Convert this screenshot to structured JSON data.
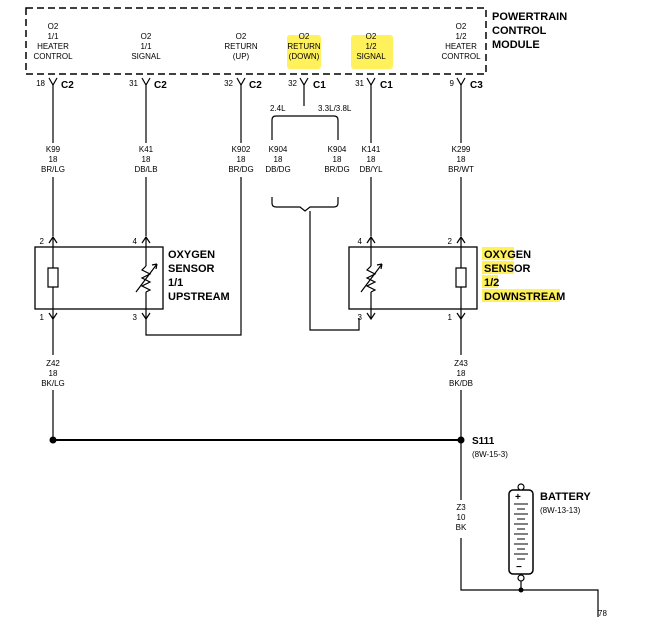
{
  "pcm": {
    "title_lines": [
      "POWERTRAIN",
      "CONTROL",
      "MODULE"
    ],
    "pins": [
      {
        "lines": [
          "O2",
          "1/1",
          "HEATER",
          "CONTROL"
        ],
        "pin": "18",
        "conn": "C2",
        "highlight": false
      },
      {
        "lines": [
          "O2",
          "1/1",
          "SIGNAL"
        ],
        "pin": "31",
        "conn": "C2",
        "highlight": false
      },
      {
        "lines": [
          "O2",
          "RETURN",
          "(UP)"
        ],
        "pin": "32",
        "conn": "C2",
        "highlight": false
      },
      {
        "lines": [
          "O2",
          "RETURN",
          "(DOWN)"
        ],
        "pin": "32",
        "conn": "C1",
        "highlight": true
      },
      {
        "lines": [
          "O2",
          "1/2",
          "SIGNAL"
        ],
        "pin": "31",
        "conn": "C1",
        "highlight": true
      },
      {
        "lines": [
          "O2",
          "1/2",
          "HEATER",
          "CONTROL"
        ],
        "pin": "9",
        "conn": "C3",
        "highlight": false
      }
    ]
  },
  "engine_labels": {
    "left": "2.4L",
    "right": "3.3L/3.8L"
  },
  "wires": [
    {
      "circuit": "K99",
      "gauge": "18",
      "color": "BR/LG"
    },
    {
      "circuit": "K41",
      "gauge": "18",
      "color": "DB/LB"
    },
    {
      "circuit": "K902",
      "gauge": "18",
      "color": "BR/DG"
    },
    {
      "circuit": "K904",
      "gauge": "18",
      "color": "DB/DG"
    },
    {
      "circuit": "K904",
      "gauge": "18",
      "color": "BR/DG"
    },
    {
      "circuit": "K141",
      "gauge": "18",
      "color": "DB/YL"
    },
    {
      "circuit": "K299",
      "gauge": "18",
      "color": "BR/WT"
    }
  ],
  "sensor_left": {
    "label_lines": [
      "OXYGEN",
      "SENSOR",
      "1/1",
      "UPSTREAM"
    ],
    "pins": {
      "heater_top": "2",
      "heater_bottom": "1",
      "signal_top": "4",
      "signal_bottom": "3"
    },
    "highlight": false
  },
  "sensor_right": {
    "label_lines": [
      "OXYGEN",
      "SENSOR",
      "1/2",
      "DOWNSTREAM"
    ],
    "pins": {
      "signal_top": "4",
      "signal_bottom": "3",
      "heater_top": "2",
      "heater_bottom": "1"
    },
    "highlight": true
  },
  "ground_wires": [
    {
      "circuit": "Z42",
      "gauge": "18",
      "color": "BK/LG"
    },
    {
      "circuit": "Z43",
      "gauge": "18",
      "color": "BK/DB"
    }
  ],
  "splice": {
    "id": "S111",
    "ref": "(8W-15-3)"
  },
  "battery_wire": {
    "circuit": "Z3",
    "gauge": "10",
    "color": "BK"
  },
  "battery": {
    "label": "BATTERY",
    "ref": "(8W-13-13)",
    "plus": "+",
    "minus": "−"
  },
  "corner_fragment": "78",
  "highlight_color": "#fff04a"
}
